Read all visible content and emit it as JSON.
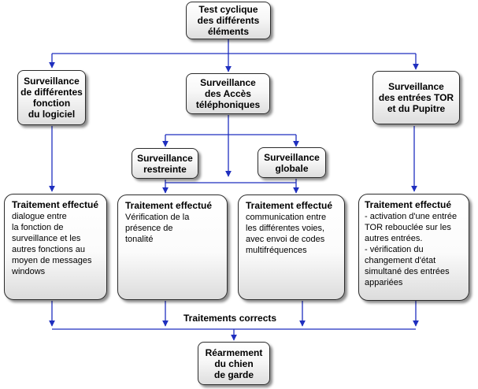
{
  "nodes": {
    "top": "Test cyclique\ndes différents\néléments",
    "logiciel": "Surveillance\nde différentes\nfonction\ndu logiciel",
    "acces": "Surveillance\ndes Accès\ntéléphoniques",
    "tor": "Surveillance\ndes entrées TOR\net du Pupitre",
    "restreinte": "Surveillance\nrestreinte",
    "globale": "Surveillance\nglobale",
    "rearmement": "Réarmement\ndu chien\nde garde"
  },
  "panels": [
    {
      "title": "Traitement effectué",
      "body": "dialogue entre\nla fonction de\nsurveillance et les\nautres fonctions au\nmoyen de messages\nwindows"
    },
    {
      "title": "Traitement effectué",
      "body": "Vérification de la\nprésence de\ntonalité"
    },
    {
      "title": "Traitement effectué",
      "body": "communication entre\nles différentes voies,\navec envoi de codes\nmultifréquences"
    },
    {
      "title": "Traitement effectué",
      "body": "- activation d'une entrée\nTOR rebouclée sur les\nautres entrées.\n- vérification du\nchangement d'état\nsimultané des entrées\nappariées"
    }
  ],
  "labels": {
    "traitements_corrects": "Traitements corrects"
  },
  "colors": {
    "connector": "#1f2fbf",
    "border": "#2b2b2b"
  }
}
